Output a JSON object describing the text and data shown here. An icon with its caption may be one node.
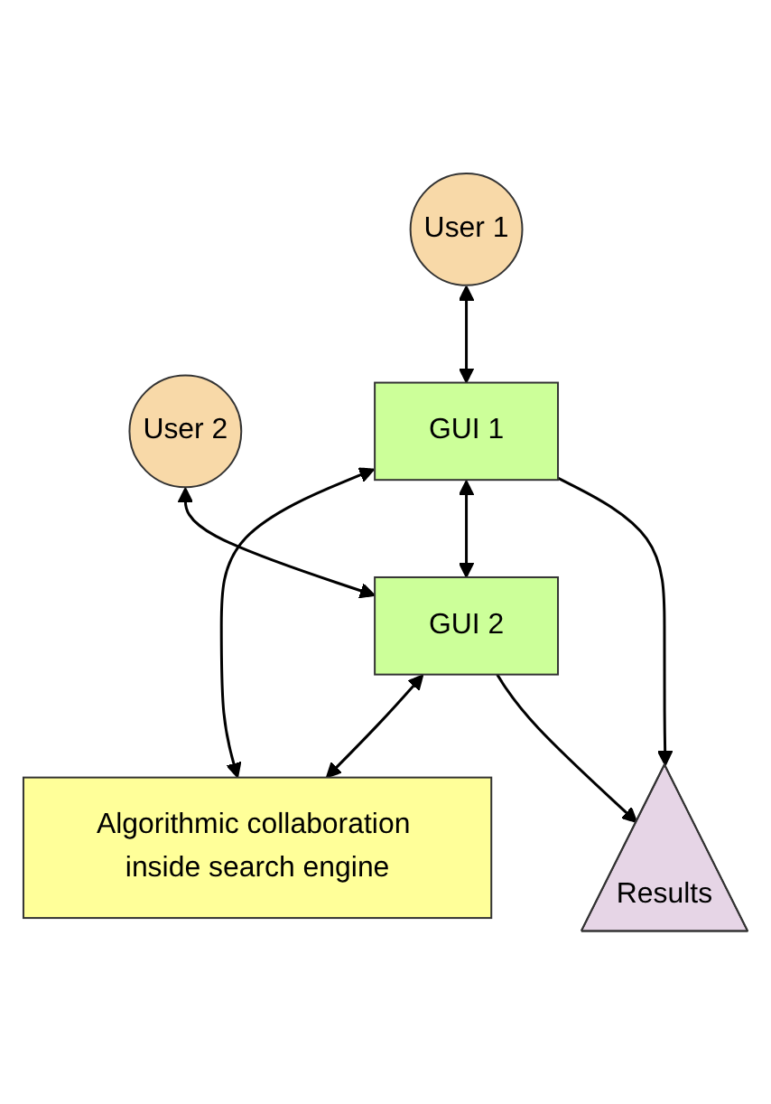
{
  "diagram": {
    "nodes": [
      {
        "text": [
          "Results"
        ]
      },
      {
        "text": [
          "User 1"
        ]
      },
      {
        "text": [
          "User 2"
        ]
      },
      {
        "text": [
          "GUI 1"
        ]
      },
      {
        "text": [
          "GUI 2"
        ]
      },
      {
        "text": [
          "Algorithmic collaboration inside search engine"
        ]
      }
    ],
    "edges": [
      {
        "from": 3,
        "to": 0,
        "arrow": "to"
      },
      {
        "from": 4,
        "to": 0,
        "arrow": "to"
      },
      {
        "from": 1,
        "to": 3,
        "arrow": "both"
      },
      {
        "from": 2,
        "to": 4,
        "arrow": "both"
      },
      {
        "from": 3,
        "to": 4,
        "arrow": "both"
      },
      {
        "from": 3,
        "to": 5,
        "arrow": "both"
      },
      {
        "from": 4,
        "to": 5,
        "arrow": "both"
      }
    ]
  }
}
